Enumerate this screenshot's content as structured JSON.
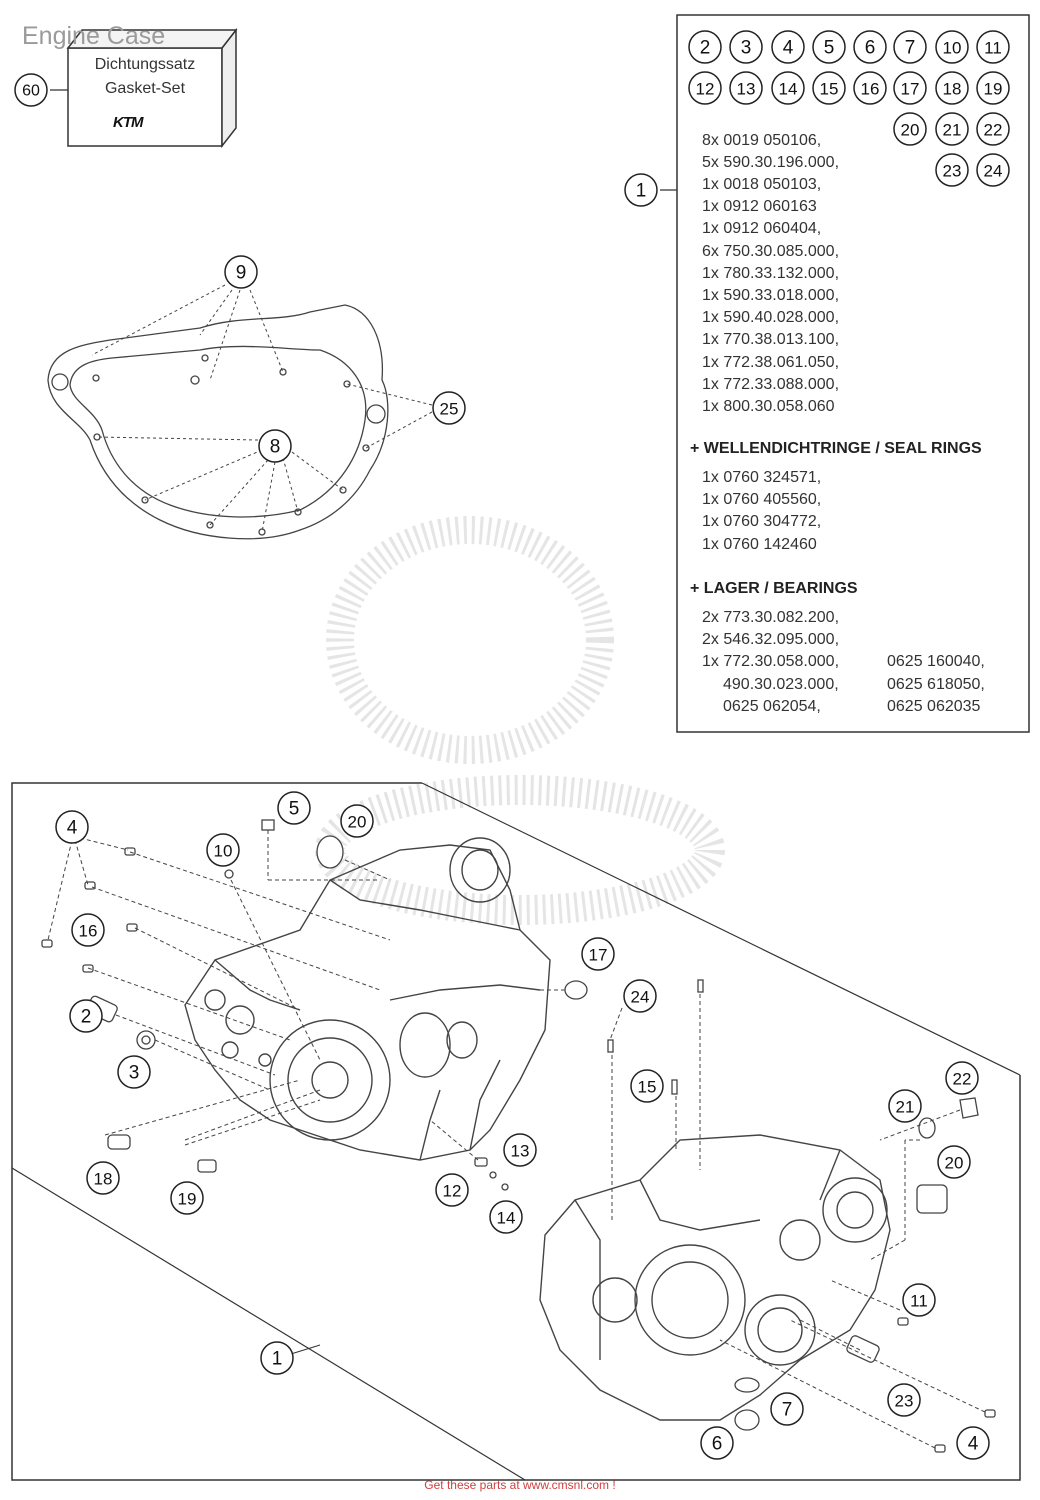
{
  "title": "Engine Case",
  "gasket_set": {
    "ref": "60",
    "line1": "Dichtungssatz",
    "line2": "Gasket-Set",
    "brand": "KTM"
  },
  "legend": {
    "ref": "1",
    "included_refs": [
      "2",
      "3",
      "4",
      "5",
      "6",
      "7",
      "10",
      "11",
      "12",
      "13",
      "14",
      "15",
      "16",
      "17",
      "18",
      "19",
      "20",
      "21",
      "22",
      "23",
      "24"
    ],
    "parts": [
      "8x 0019 050106,",
      "5x 590.30.196.000,",
      "1x 0018 050103,",
      "1x 0912 060163",
      "1x 0912 060404,",
      "6x 750.30.085.000,",
      "1x 780.33.132.000,",
      "1x 590.33.018.000,",
      "1x 590.40.028.000,",
      "1x 770.38.013.100,",
      "1x 772.38.061.050,",
      "1x 772.33.088.000,",
      "1x 800.30.058.060"
    ],
    "seal_heading": "+ WELLENDICHTRINGE / SEAL RINGS",
    "seals": [
      "1x 0760 324571,",
      "1x 0760 405560,",
      "1x 0760 304772,",
      "1x 0760 142460"
    ],
    "bearing_heading": "+ LAGER / BEARINGS",
    "bearings_left": [
      "2x 773.30.082.200,",
      "2x 546.32.095.000,",
      "1x 772.30.058.000,",
      "490.30.023.000,",
      "0625 062054,"
    ],
    "bearings_right": [
      "0625 160040,",
      "0625 618050,",
      "0625 062035"
    ]
  },
  "callouts": {
    "c9": "9",
    "c25": "25",
    "c8": "8",
    "c4a": "4",
    "c16": "16",
    "c2": "2",
    "c3": "3",
    "c18": "18",
    "c19": "19",
    "c5": "5",
    "c20a": "20",
    "c10": "10",
    "c17": "17",
    "c12": "12",
    "c13": "13",
    "c14": "14",
    "c24": "24",
    "c15": "15",
    "c22": "22",
    "c21": "21",
    "c20b": "20",
    "c11": "11",
    "c23": "23",
    "c7": "7",
    "c6": "6",
    "c4b": "4",
    "c1": "1"
  },
  "footer": "Get these parts at www.cmsnl.com !"
}
